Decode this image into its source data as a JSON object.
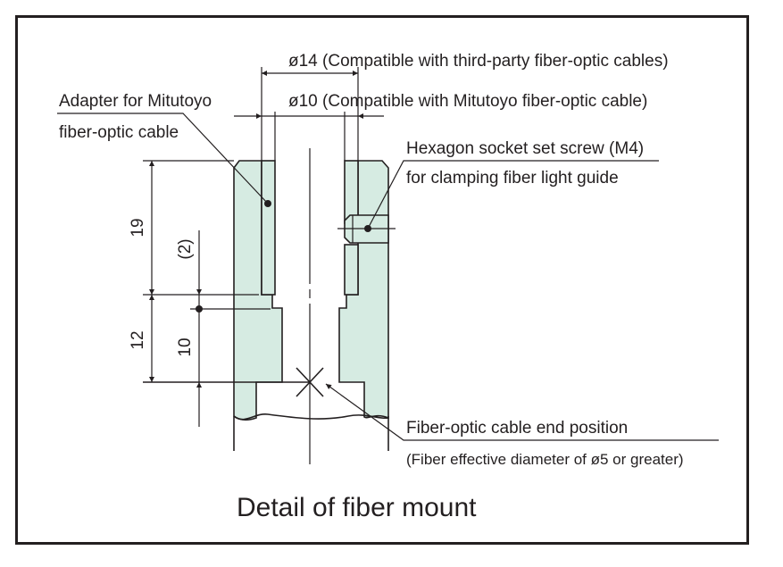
{
  "title": "Detail of fiber mount",
  "labels": {
    "dia14": "ø14 (Compatible with third-party fiber-optic cables)",
    "dia10": "ø10 (Compatible with Mitutoyo fiber-optic cable)",
    "adapter_line1": "Adapter for Mitutoyo",
    "adapter_line2": "fiber-optic cable",
    "screw_line1": "Hexagon socket set screw (M4)",
    "screw_line2": "for clamping fiber light guide",
    "end_line1": "Fiber-optic cable end position",
    "end_line2": "(Fiber effective diameter of ø5 or greater)"
  },
  "dimensions": {
    "d19": "19",
    "d12": "12",
    "d2": "(2)",
    "d10": "10"
  },
  "colors": {
    "body_fill": "#d6ebe2",
    "line": "#231f20"
  }
}
